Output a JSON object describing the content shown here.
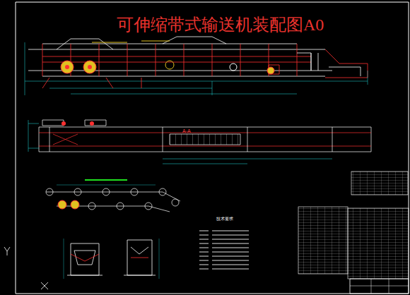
{
  "diagram": {
    "title": "可伸缩带式输送机装配图A0",
    "labels": [
      "A-A",
      "技术要求"
    ]
  }
}
